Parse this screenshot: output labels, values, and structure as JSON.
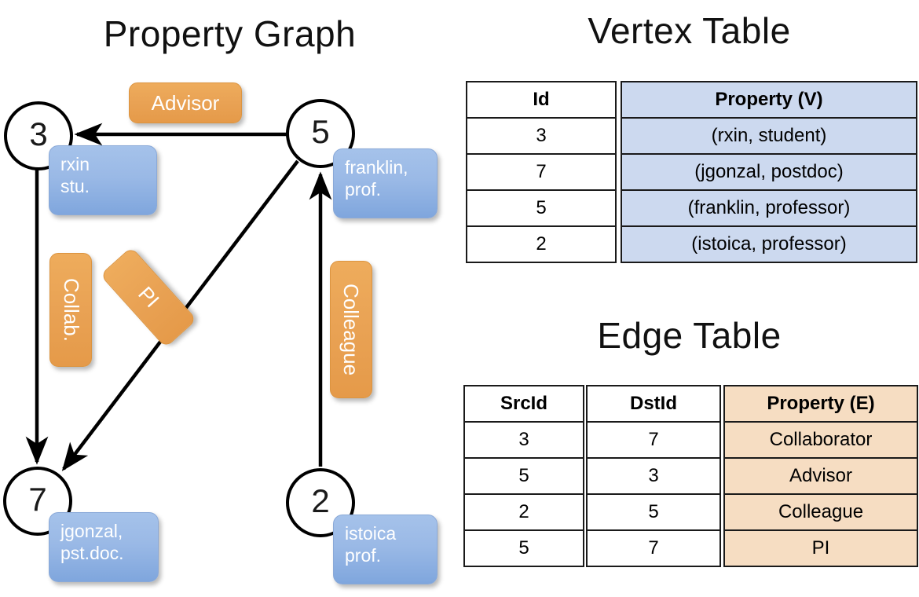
{
  "titles": {
    "property_graph": "Property Graph",
    "vertex_table": "Vertex Table",
    "edge_table": "Edge Table"
  },
  "graph": {
    "vertices": [
      {
        "id": "3",
        "property_label": "rxin\nstu."
      },
      {
        "id": "5",
        "property_label": "franklin,\nprof."
      },
      {
        "id": "7",
        "property_label": "jgonzal,\npst.doc."
      },
      {
        "id": "2",
        "property_label": "istoica\nprof."
      }
    ],
    "vertex_ids": {
      "three": "3",
      "five": "5",
      "seven": "7",
      "two": "2"
    },
    "vertex_props": {
      "rxin_line1": "rxin",
      "rxin_line2": "stu.",
      "franklin_line1": "franklin,",
      "franklin_line2": "prof.",
      "jgonzal_line1": "jgonzal,",
      "jgonzal_line2": "pst.doc.",
      "istoica_line1": "istoica",
      "istoica_line2": "prof."
    },
    "edge_labels": {
      "advisor": "Advisor",
      "collab": "Collab.",
      "pi": "PI",
      "colleague": "Colleague"
    },
    "edges": [
      {
        "from": "5",
        "to": "3",
        "label": "Advisor"
      },
      {
        "from": "3",
        "to": "7",
        "label": "Collab."
      },
      {
        "from": "5",
        "to": "7",
        "label": "PI"
      },
      {
        "from": "2",
        "to": "5",
        "label": "Colleague"
      }
    ]
  },
  "vertex_table": {
    "headers": {
      "id": "Id",
      "property": "Property (V)"
    },
    "rows": [
      {
        "id": "3",
        "property": "(rxin, student)"
      },
      {
        "id": "7",
        "property": "(jgonzal, postdoc)"
      },
      {
        "id": "5",
        "property": "(franklin, professor)"
      },
      {
        "id": "2",
        "property": "(istoica, professor)"
      }
    ]
  },
  "edge_table": {
    "headers": {
      "src": "SrcId",
      "dst": "DstId",
      "property": "Property (E)"
    },
    "rows": [
      {
        "src": "3",
        "dst": "7",
        "property": "Collaborator"
      },
      {
        "src": "5",
        "dst": "3",
        "property": "Advisor"
      },
      {
        "src": "2",
        "dst": "5",
        "property": "Colleague"
      },
      {
        "src": "5",
        "dst": "7",
        "property": "PI"
      }
    ]
  },
  "colors": {
    "vertex_property_fill": "#ccd9ef",
    "edge_property_fill": "#f6ddc2",
    "node_box_blue": "#9ab9e6",
    "edge_label_orange": "#e9a254",
    "stroke": "#000000"
  }
}
